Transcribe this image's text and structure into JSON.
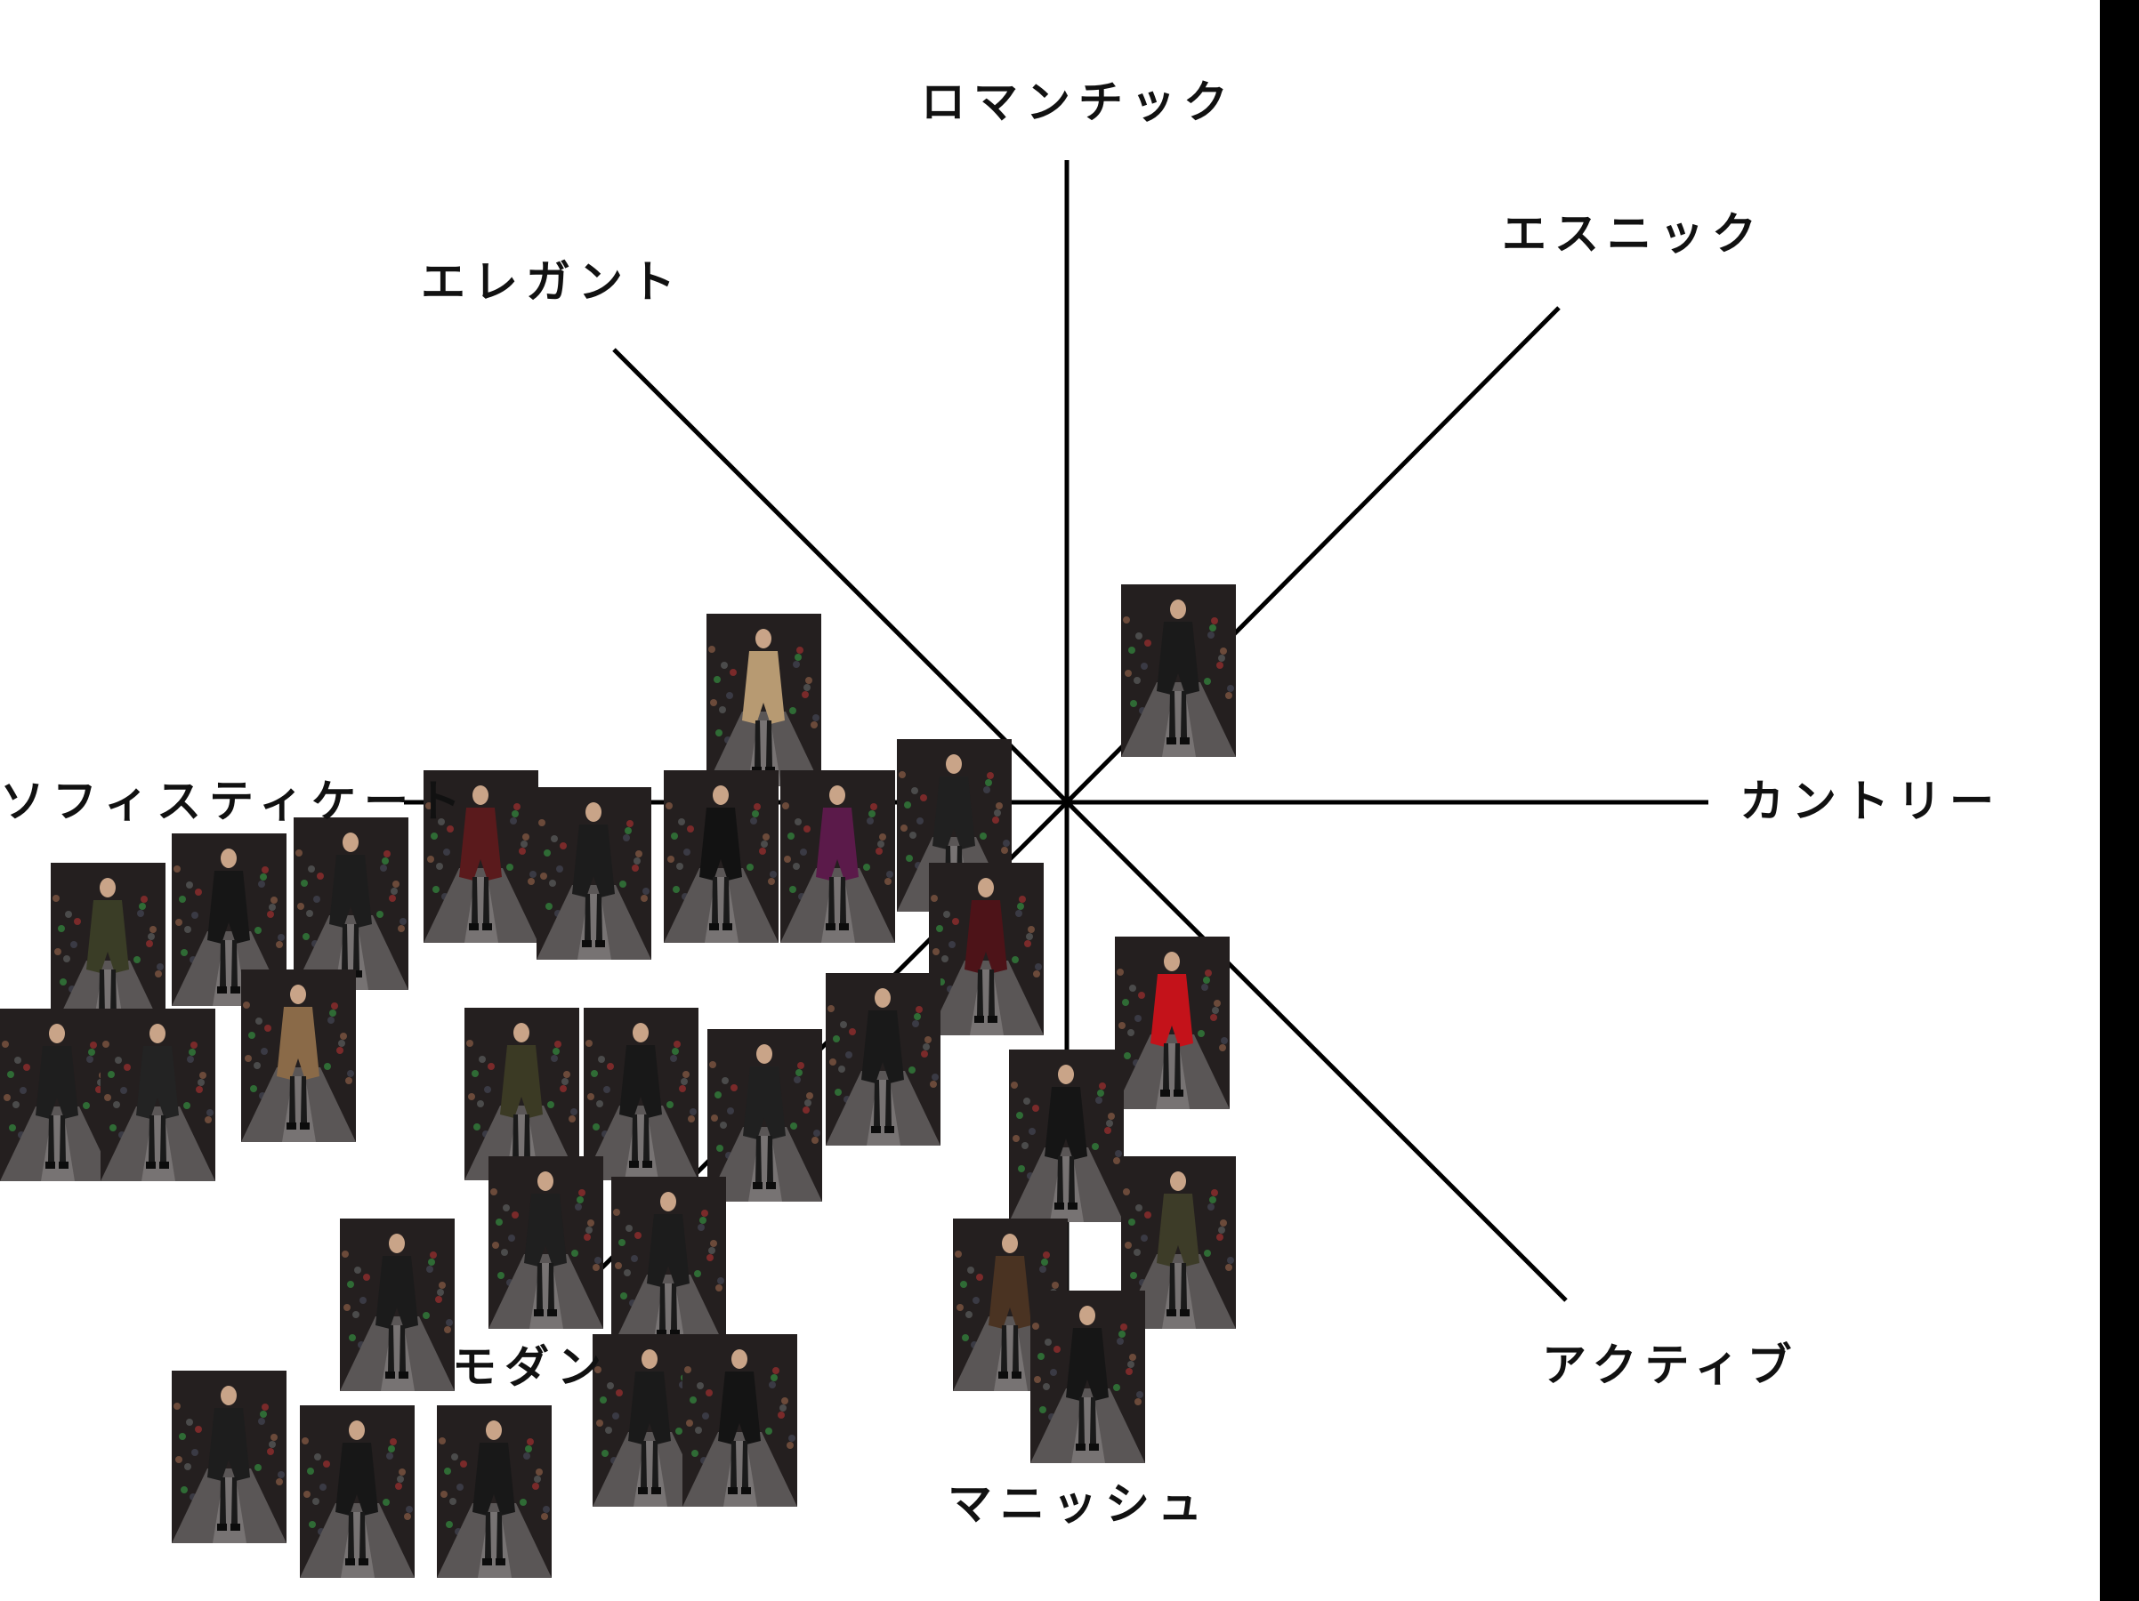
{
  "axes": {
    "top": "ロマンチック",
    "top_left": "エレガント",
    "top_right": "エスニック",
    "left": "ソフィスティケート",
    "right": "カントリー",
    "bottom_left": "モダン",
    "bottom": "マニッシュ",
    "bottom_right": "アクティブ"
  },
  "colors": {
    "axis": "#000000",
    "label": "#111111",
    "background": "#ffffff",
    "edge_bar": "#000000"
  },
  "photos": [
    {
      "id": "trench-beige",
      "coat": "#b79a72"
    },
    {
      "id": "sheer-top-duo",
      "coat": "#1a1a1a"
    },
    {
      "id": "burgundy-coat",
      "coat": "#5a1a1c"
    },
    {
      "id": "black-jacket-a",
      "coat": "#1c1c1c"
    },
    {
      "id": "black-top-shorts",
      "coat": "#121212"
    },
    {
      "id": "purple-coat",
      "coat": "#5b1a4a"
    },
    {
      "id": "grey-shorts-fur",
      "coat": "#202020"
    },
    {
      "id": "olive-coat-duo",
      "coat": "#3a3d26"
    },
    {
      "id": "black-coat-b",
      "coat": "#161616"
    },
    {
      "id": "leather-coat-c",
      "coat": "#1d1d1d"
    },
    {
      "id": "burgundy-bodysuit",
      "coat": "#4d1318"
    },
    {
      "id": "red-coat",
      "coat": "#c4121a"
    },
    {
      "id": "black-set-left-a",
      "coat": "#1e1e1e"
    },
    {
      "id": "black-set-left-b",
      "coat": "#232323"
    },
    {
      "id": "beige-fur-coat",
      "coat": "#8a6a48"
    },
    {
      "id": "olive-jacket",
      "coat": "#3b3a24"
    },
    {
      "id": "black-long-coat",
      "coat": "#181818"
    },
    {
      "id": "leather-tee",
      "coat": "#202020"
    },
    {
      "id": "black-suit-d",
      "coat": "#191919"
    },
    {
      "id": "hooded-coat",
      "coat": "#151515"
    },
    {
      "id": "bomber-shorts",
      "coat": "#1f1f1f"
    },
    {
      "id": "leather-jacket-red",
      "coat": "#1c1c1c"
    },
    {
      "id": "olive-coat-shorts",
      "coat": "#3d3c28"
    },
    {
      "id": "brown-leather-suit",
      "coat": "#4a3322"
    },
    {
      "id": "black-leather-coat",
      "coat": "#161616"
    },
    {
      "id": "long-leather-coat",
      "coat": "#1b1b1b"
    },
    {
      "id": "black-oversize",
      "coat": "#1a1a1a"
    },
    {
      "id": "black-tee-shorts",
      "coat": "#141414"
    },
    {
      "id": "black-coat-blonde",
      "coat": "#1d1d1d"
    },
    {
      "id": "long-coat-e",
      "coat": "#171717"
    },
    {
      "id": "black-suit-f",
      "coat": "#181818"
    },
    {
      "id": "khaki-suit",
      "coat": "#2c2b1e"
    },
    {
      "id": "black-set-left-c",
      "coat": "#202020"
    },
    {
      "id": "black-set-left-d",
      "coat": "#1e1e1e"
    }
  ]
}
